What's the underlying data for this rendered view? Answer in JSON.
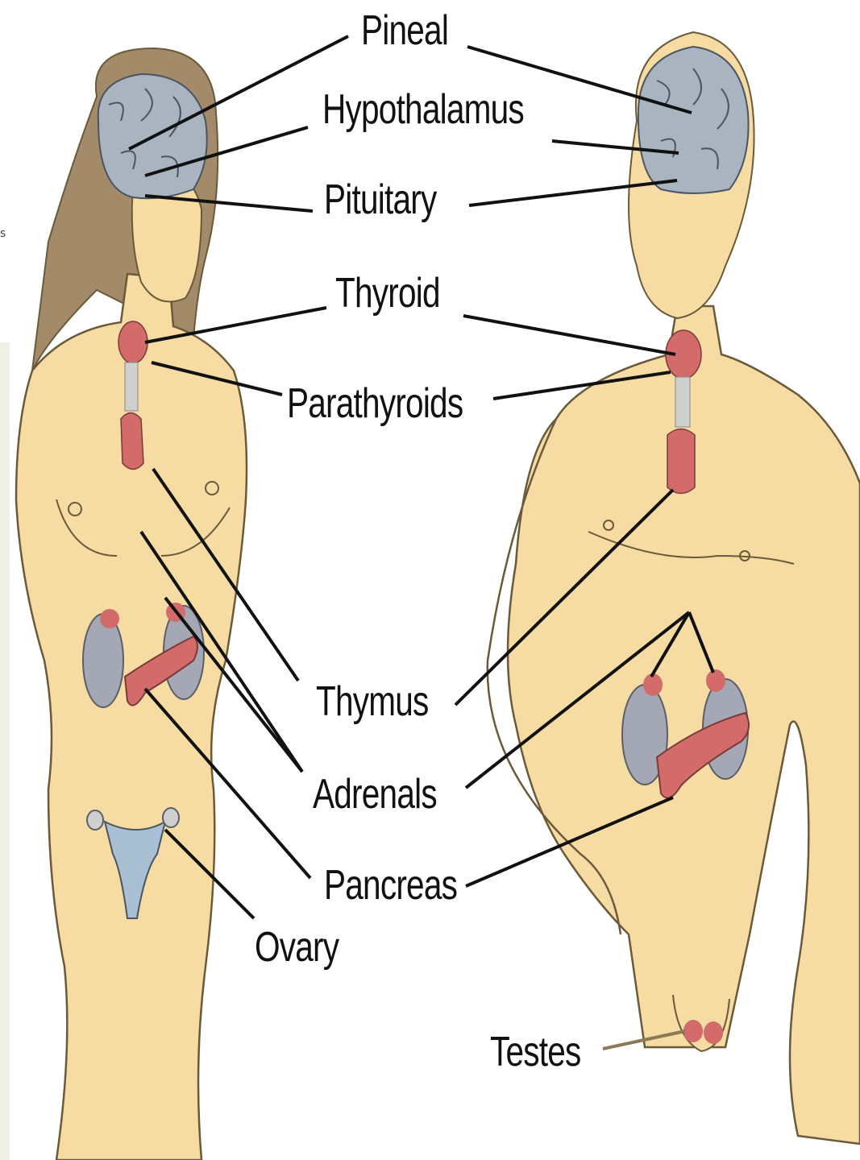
{
  "labels": {
    "pineal": "Pineal",
    "hypothalamus": "Hypothalamus",
    "pituitary": "Pituitary",
    "thyroid": "Thyroid",
    "parathyroids": "Parathyroids",
    "thymus": "Thymus",
    "adrenals": "Adrenals",
    "pancreas": "Pancreas",
    "ovary": "Ovary",
    "testes": "Testes"
  },
  "edge_fragment": "s",
  "colors": {
    "skin": "#f6dca3",
    "skin_outline": "#6b5a3a",
    "brain": "#a9b4c0",
    "hair": "#a38a68",
    "gland": "#d46b6b",
    "kidney": "#a4a8b4",
    "uterus": "#a9c0d4",
    "leader_line": "#111111"
  }
}
